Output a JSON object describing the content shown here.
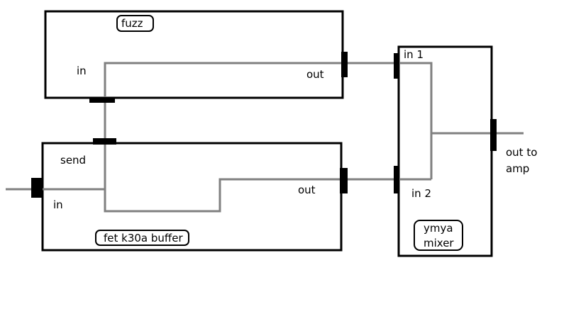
{
  "blocks": {
    "fuzz": {
      "title": "fuzz",
      "in_label": "in",
      "out_label": "out"
    },
    "buffer": {
      "title": "fet k30a buffer",
      "send_label": "send",
      "in_label": "in",
      "out_label": "out"
    },
    "mixer": {
      "title_line1": "ymya",
      "title_line2": "mixer",
      "in1_label": "in 1",
      "in2_label": "in 2"
    }
  },
  "output": {
    "line1": "out to",
    "line2": "amp"
  },
  "colors": {
    "box_stroke": "#000000",
    "wire": "#808080",
    "background": "#ffffff"
  }
}
